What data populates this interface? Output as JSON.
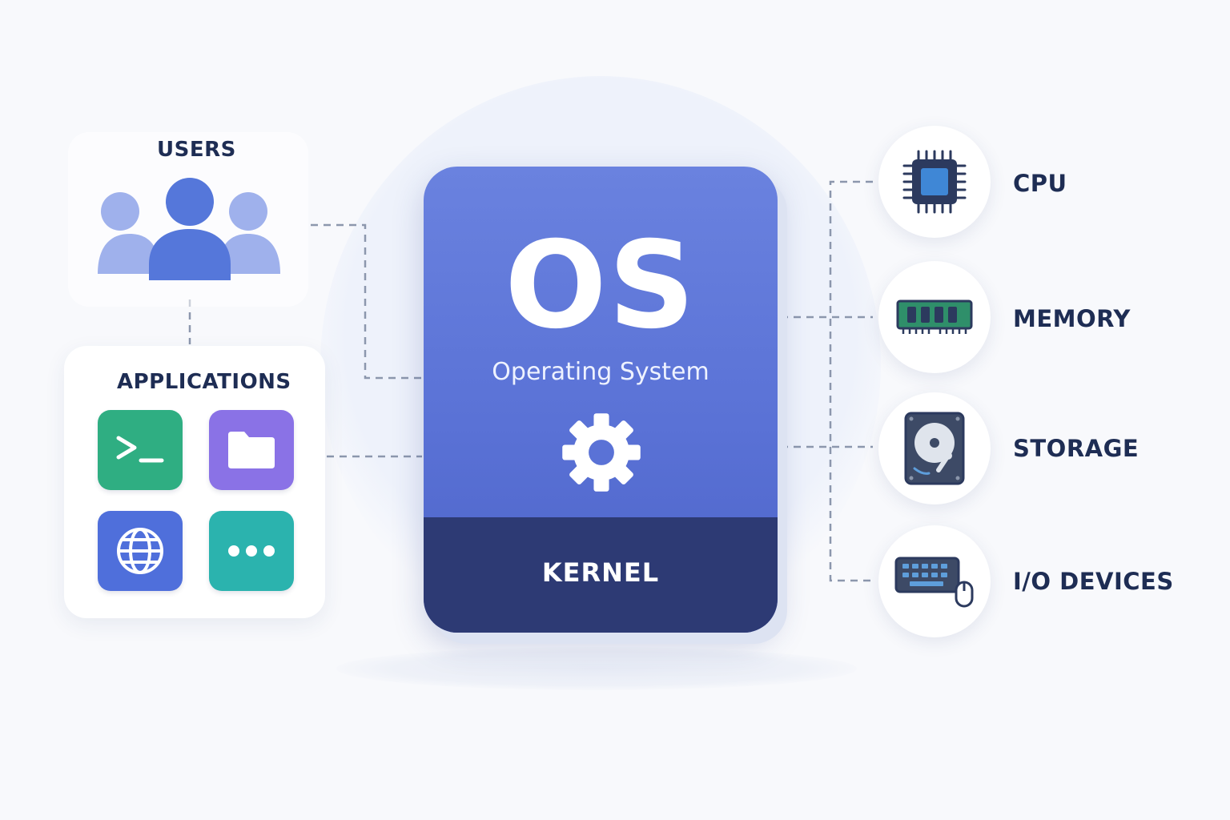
{
  "users": {
    "label": "USERS"
  },
  "applications": {
    "label": "APPLICATIONS",
    "tiles": [
      {
        "icon": "terminal-icon",
        "color": "#2fae82"
      },
      {
        "icon": "folder-icon",
        "color": "#8a72e6"
      },
      {
        "icon": "globe-icon",
        "color": "#4f6fdb"
      },
      {
        "icon": "more-dots-icon",
        "color": "#2bb3ae"
      }
    ]
  },
  "os": {
    "title": "OS",
    "subtitle": "Operating System",
    "kernel_label": "KERNEL",
    "panel_color": "#5f77d9",
    "kernel_color": "#2d3a74"
  },
  "hardware": [
    {
      "label": "CPU",
      "icon": "cpu-chip-icon"
    },
    {
      "label": "MEMORY",
      "icon": "memory-ram-icon"
    },
    {
      "label": "STORAGE",
      "icon": "hard-drive-icon"
    },
    {
      "label": "I/O DEVICES",
      "icon": "keyboard-mouse-icon"
    }
  ]
}
